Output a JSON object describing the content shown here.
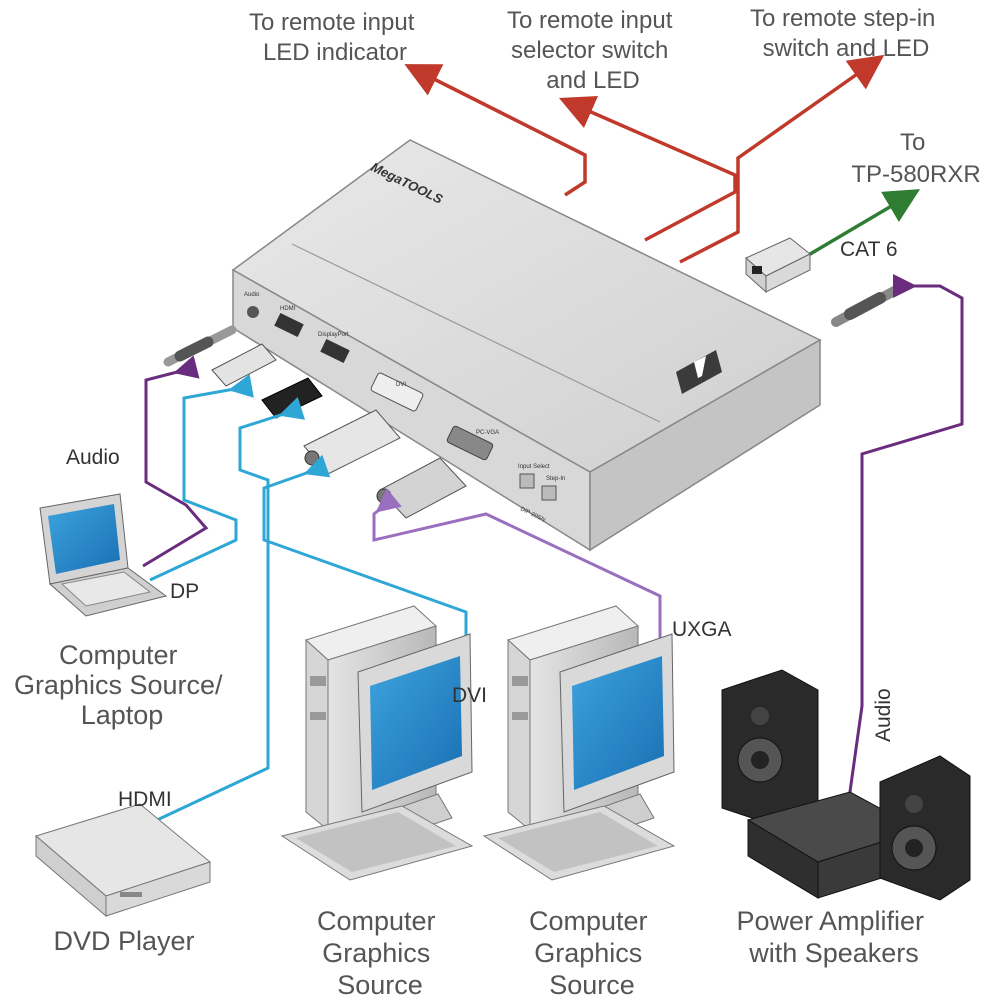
{
  "device": {
    "brand": "MegaTOOLS",
    "model": "DIP-20SN",
    "ports": {
      "audio": "Audio",
      "hdmi": "HDMI",
      "displayport": "DisplayPort",
      "dvi": "DVI",
      "pc_vga": "PC-VGA",
      "input_select": "Input Select",
      "step_in": "Step-In"
    }
  },
  "remote_labels": {
    "led_indicator": [
      "To remote input",
      "LED indicator"
    ],
    "selector_switch": [
      "To remote input",
      "selector switch",
      "and LED"
    ],
    "step_in": [
      "To remote step-in",
      "switch and LED"
    ],
    "receiver": [
      "To",
      "TP-580RXR"
    ]
  },
  "cable_labels": {
    "cat6": "CAT 6",
    "audio_in": "Audio",
    "dp": "DP",
    "hdmi": "HDMI",
    "dvi": "DVI",
    "uxga": "UXGA",
    "audio_out": "Audio"
  },
  "device_labels": {
    "laptop": [
      "Computer",
      "Graphics Source/",
      "Laptop"
    ],
    "dvd": "DVD Player",
    "pc1": [
      "Computer",
      "Graphics",
      "Source"
    ],
    "pc2": [
      "Computer",
      "Graphics",
      "Source"
    ],
    "amp": [
      "Power Amplifier",
      "with Speakers"
    ]
  },
  "colors": {
    "red": "#c0392b",
    "green": "#2e7d32",
    "cyan": "#2ea6d6",
    "purple": "#6a2c7e",
    "violet": "#9b6fc0"
  }
}
